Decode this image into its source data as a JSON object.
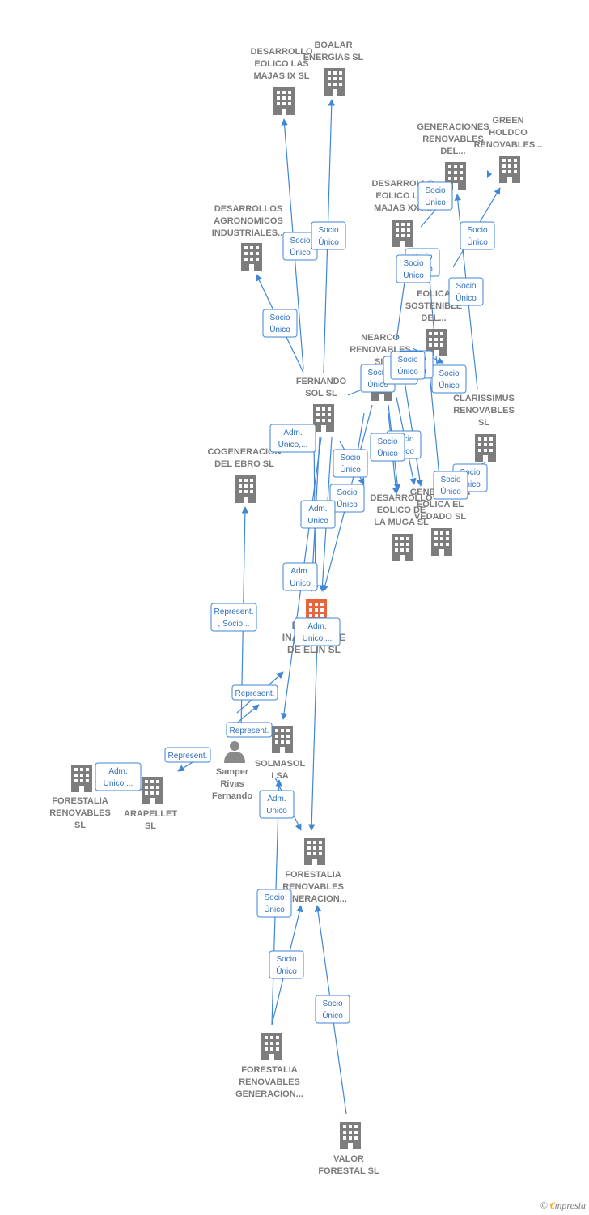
{
  "colors": {
    "edge": "#3f86d6",
    "label": "#7a7a7a",
    "building": "#7d7d7d",
    "focus_building": "#e8643c",
    "box_text": "#2f6fc0"
  },
  "nodes": [
    {
      "id": "desarrollo_ix",
      "kind": "building",
      "label": [
        "DESARROLLO",
        "EOLICO LAS",
        "MAJAS IX  SL"
      ]
    },
    {
      "id": "boalar",
      "kind": "building",
      "label": [
        "BOALAR",
        "ENERGIAS  SL"
      ]
    },
    {
      "id": "generaciones",
      "kind": "building",
      "label": [
        "GENERACIONES",
        "RENOVABLES",
        "DEL..."
      ]
    },
    {
      "id": "green",
      "kind": "building",
      "label": [
        "GREEN",
        "HOLDCO",
        "RENOVABLES..."
      ]
    },
    {
      "id": "desarrollo_xxv",
      "kind": "building",
      "label": [
        "DESARROLLO",
        "EOLICO LAS",
        "MAJAS XXV..."
      ]
    },
    {
      "id": "agronomicos",
      "kind": "building",
      "label": [
        "DESARROLLOS",
        "AGRONOMICOS",
        "INDUSTRIALES..."
      ]
    },
    {
      "id": "eolica_sost",
      "kind": "building",
      "label": [
        "EOLICA",
        "SOSTENIBLE",
        "DEL..."
      ]
    },
    {
      "id": "nearco",
      "kind": "building",
      "label": [
        "NEARCO",
        "RENOVABLES",
        "SL"
      ]
    },
    {
      "id": "fernando_sol",
      "kind": "building",
      "label": [
        "FERNANDO",
        "SOL SL"
      ]
    },
    {
      "id": "clarissimus",
      "kind": "building",
      "label": [
        "CLARISSIMUS",
        "RENOVABLES",
        "SL"
      ]
    },
    {
      "id": "cogeneracion",
      "kind": "building",
      "label": [
        "COGENERACION",
        "DEL EBRO  SL"
      ]
    },
    {
      "id": "muga",
      "kind": "building",
      "label": [
        "DESARROLLO",
        "EOLICO DE",
        "LA MUGA SL"
      ]
    },
    {
      "id": "vedado",
      "kind": "building",
      "label": [
        "GENERACION",
        "EOLICA EL",
        "VEDADO SL"
      ]
    },
    {
      "id": "main",
      "kind": "focus",
      "label": [
        "ENERGIA",
        "INAGOTABLE",
        "DE ELIN  SL"
      ]
    },
    {
      "id": "solmasol",
      "kind": "building",
      "label": [
        "SOLMASOL",
        "I SA"
      ]
    },
    {
      "id": "samper",
      "kind": "person",
      "label": [
        "Samper",
        "Rivas",
        "Fernando"
      ]
    },
    {
      "id": "forestalia_sl",
      "kind": "building",
      "label": [
        "FORESTALIA",
        "RENOVABLES",
        "SL"
      ]
    },
    {
      "id": "arapellet",
      "kind": "building",
      "label": [
        "ARAPELLET",
        "SL"
      ]
    },
    {
      "id": "forestalia_gen1",
      "kind": "building",
      "label": [
        "FORESTALIA",
        "RENOVABLES",
        "GENERACION..."
      ]
    },
    {
      "id": "forestalia_gen2",
      "kind": "building",
      "label": [
        "FORESTALIA",
        "RENOVABLES",
        "GENERACION..."
      ]
    },
    {
      "id": "valor",
      "kind": "building",
      "label": [
        "VALOR",
        "FORESTAL SL"
      ]
    }
  ],
  "relations": [
    {
      "label": [
        "Socio",
        "Único"
      ]
    },
    {
      "label": [
        "Socio",
        "Único"
      ]
    },
    {
      "label": [
        "Socio",
        "Único"
      ]
    },
    {
      "label": [
        "Socio",
        "Único"
      ]
    },
    {
      "label": [
        "Socio",
        "Único"
      ]
    },
    {
      "label": [
        "Socio",
        "Único"
      ]
    },
    {
      "label": [
        "Socio",
        "Único"
      ]
    },
    {
      "label": [
        "Socio",
        "Único"
      ]
    },
    {
      "label": [
        "Socio",
        "Único"
      ]
    },
    {
      "label": [
        "Socio",
        "Único"
      ]
    },
    {
      "label": [
        "Socio",
        "Único"
      ]
    },
    {
      "label": [
        "Socio",
        "Único"
      ]
    },
    {
      "label": [
        "Socio",
        "Único"
      ]
    },
    {
      "label": [
        "Socio",
        "Único"
      ]
    },
    {
      "label": [
        "Socio",
        "Único"
      ]
    },
    {
      "label": [
        "Socio",
        "Único"
      ]
    },
    {
      "label": [
        "Socio",
        "Único"
      ]
    },
    {
      "label": [
        "Socio",
        "Único"
      ]
    },
    {
      "label": [
        "Adm.",
        "Unico,..."
      ]
    },
    {
      "label": [
        "Socio",
        "Único"
      ]
    },
    {
      "label": [
        "Socio",
        "Único"
      ]
    },
    {
      "label": [
        "Adm.",
        "Unico"
      ]
    },
    {
      "label": [
        "Adm.",
        "Unico"
      ]
    },
    {
      "label": [
        "Represent.",
        ", Socio..."
      ]
    },
    {
      "label": [
        "Adm.",
        "Unico,..."
      ]
    },
    {
      "label": [
        "Represent."
      ]
    },
    {
      "label": [
        "Represent."
      ]
    },
    {
      "label": [
        "Represent."
      ]
    },
    {
      "label": [
        "Adm.",
        "Unico,..."
      ]
    },
    {
      "label": [
        "Adm.",
        "Unico"
      ]
    },
    {
      "label": [
        "Socio",
        "Único"
      ]
    },
    {
      "label": [
        "Socio",
        "Único"
      ]
    },
    {
      "label": [
        "Socio",
        "Único"
      ]
    }
  ],
  "watermark": {
    "copyright": "©",
    "brand_initial": "€",
    "brand_rest": "mpresia"
  }
}
